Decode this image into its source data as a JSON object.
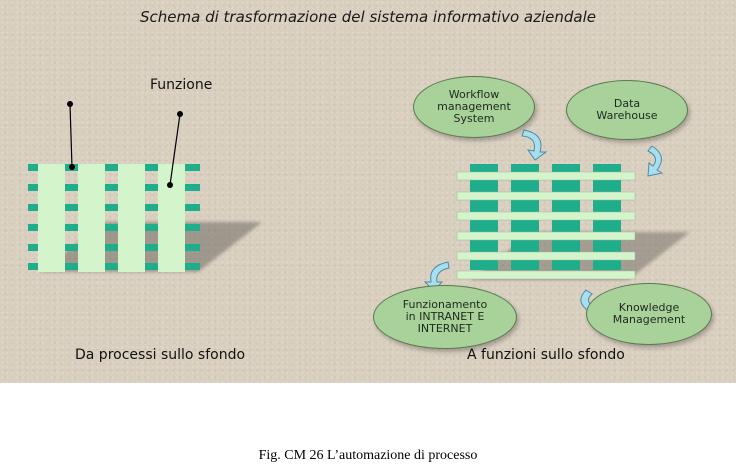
{
  "title": "Schema di trasformazione del sistema informativo aziendale",
  "left": {
    "label_function": "Funzione",
    "caption": "Da processi sullo sfondo"
  },
  "right": {
    "caption": "A funzioni sullo sfondo",
    "bubbles": {
      "workflow": "Workflow\nmanagement\nSystem",
      "warehouse": "Data\nWarehouse",
      "intranet": "Funzionamento\nin INTRANET E\nINTERNET",
      "knowledge": "Knowledge\nManagement"
    }
  },
  "figure_caption": "Fig. CM 26 L’automazione di processo",
  "colors": {
    "background": "#d9cfbf",
    "teal": "#1fae8c",
    "light_green": "#d4f4cc",
    "bubble": "#a9d19a",
    "arrow": "#a8dff0"
  }
}
